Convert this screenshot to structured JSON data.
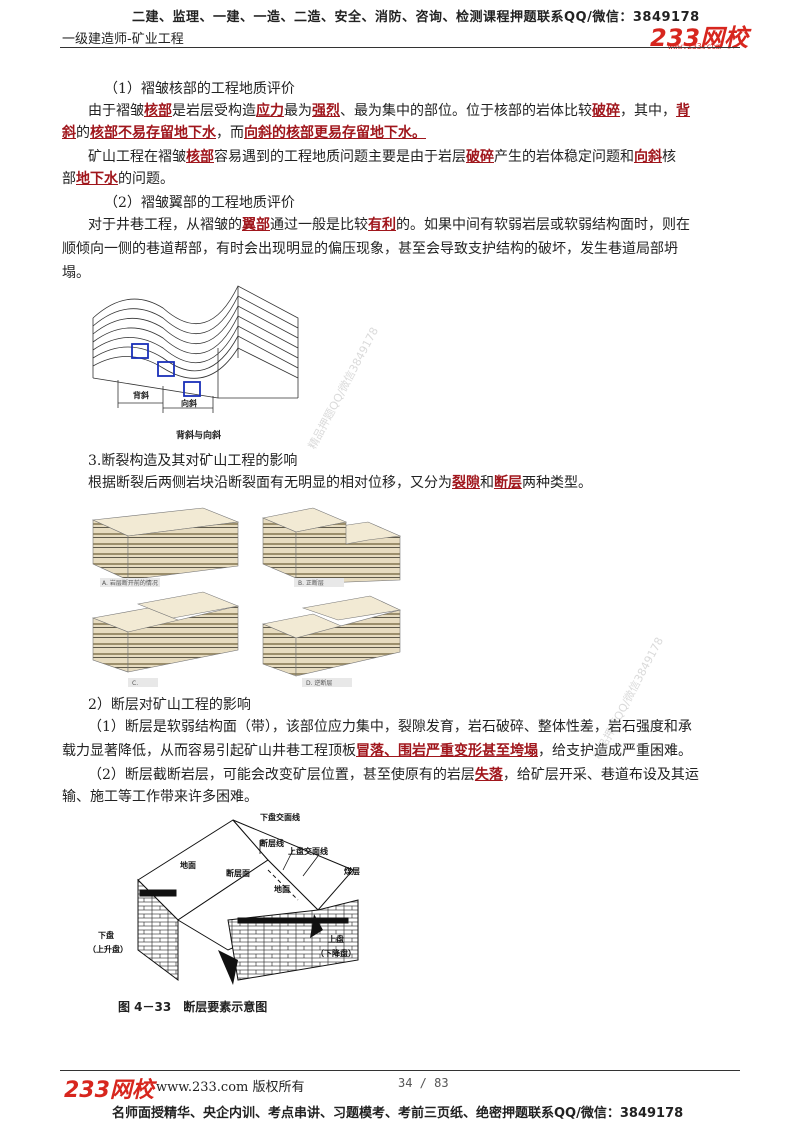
{
  "header": {
    "line1": "二建、监理、一建、一造、二造、安全、消防、咨询、检测课程押题联系QQ/微信：3849178",
    "line2": "一级建造师-矿业工程",
    "logo": "233网校",
    "logo_sub": "www.233.com"
  },
  "s1": {
    "heading": "（1）褶皱核部的工程地质评价",
    "p1": [
      "由于褶皱",
      "核部",
      "是岩层受构造",
      "应力",
      "最为",
      "强烈",
      "、最为集中的部位。位于核部的岩体比较",
      "破碎",
      "，其中，",
      "背"
    ],
    "p1b": [
      "斜",
      "的",
      "核部不易存留地下水",
      "，而",
      "向斜的核部更易存留地下水。"
    ],
    "p2": [
      "矿山工程在褶皱",
      "核部",
      "容易遇到的工程地质问题主要是由于岩层",
      "破碎",
      "产生的岩体稳定问题和",
      "向斜",
      "核"
    ],
    "p2b": [
      "部",
      "地下水",
      "的问题。"
    ]
  },
  "s2": {
    "heading": "（2）褶皱翼部的工程地质评价",
    "p1": [
      "对于井巷工程，从褶皱的",
      "翼部",
      "通过一般是比较",
      "有利",
      "的。如果中间有软弱岩层或软弱结构面时，则在"
    ],
    "p2": "顺倾向一侧的巷道帮部，有时会出现明显的偏压现象，甚至会导致支护结构的破坏，发生巷道局部坍",
    "p3": "塌。"
  },
  "fig1": {
    "label_anticline": "背斜",
    "label_syncline": "向斜",
    "caption": "背斜与向斜"
  },
  "s3": {
    "heading": "3.断裂构造及其对矿山工程的影响",
    "p1": [
      "根据断裂后两侧岩块沿断裂面有无明显的相对位移，又分为",
      "裂隙",
      "和",
      "断层",
      "两种类型。"
    ]
  },
  "fig2": {
    "a": "A. 岩层断开前的情况",
    "b": "B. 正断层",
    "c": "C.",
    "d": "D. 逆断层"
  },
  "s4": {
    "heading": "2）断层对矿山工程的影响",
    "p1": "（1）断层是软弱结构面（带），该部位应力集中，裂隙发育，岩石破碎、整体性差，岩石强度和承",
    "p2": [
      "载力显著降低，从而容易引起矿山井巷工程顶板",
      "冒落、围岩严重变形甚至垮塌",
      "，给支护造成严重困难。"
    ],
    "p3": [
      "（2）断层截断岩层，可能会改变矿层位置，甚至使原有的岩层",
      "失落",
      "，给矿层开采、巷道布设及其运"
    ],
    "p4": "输、施工等工作带来许多困难。"
  },
  "fig3": {
    "footwall_outcrop": "下盘交面线",
    "fault_line": "断层线",
    "hanging_outcrop": "上盘交面线",
    "coal_seam": "煤层",
    "ground1": "地面",
    "fault_plane": "断层面",
    "ground2": "地面",
    "footwall": "下盘",
    "footwall_sub": "（上升盘）",
    "hanging": "上盘",
    "hanging_sub": "（下降盘）",
    "caption": "图 4－33　断层要素示意图"
  },
  "watermark": "精品押题QQ/微信3849178",
  "footer": {
    "logo": "233网校",
    "text": "www.233.com 版权所有",
    "page": "34 / 83",
    "bottom": "名师面授精华、央企内训、考点串讲、习题模考、考前三页纸、绝密押题联系QQ/微信：3849178"
  }
}
